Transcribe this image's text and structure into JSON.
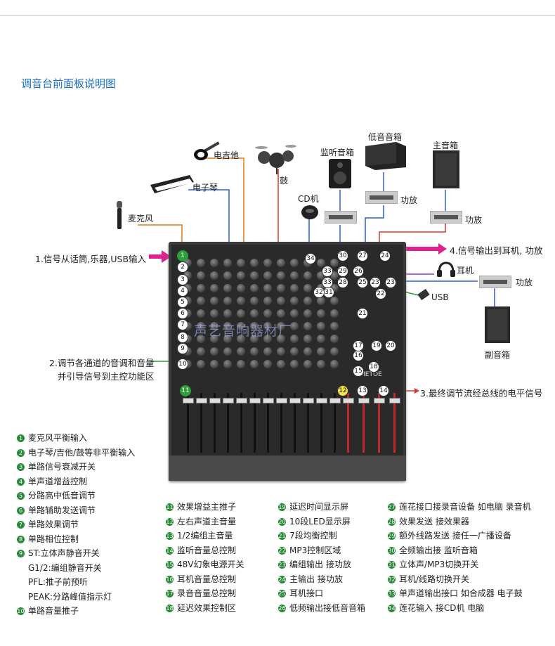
{
  "title": "调音台前面板说明图",
  "devices": {
    "guitar": "电吉他",
    "keyboard": "电子琴",
    "drum": "鼓",
    "mic": "麦克风",
    "cd": "CD机",
    "monitor_speaker": "监听音箱",
    "sub_speaker": "低音音箱",
    "main_speaker": "主音箱",
    "amp1": "功放",
    "amp2": "功放",
    "amp3": "功放",
    "headphone": "耳机",
    "usb": "USB",
    "aux_speaker": "副音箱"
  },
  "callouts": {
    "c1": "1.信号从话筒,乐器,USB输入",
    "c2a": "2.调节各通道的音调和音量",
    "c2b": "并引导信号到主控功能区",
    "c3": "3.最终调节流经总线的电平信号",
    "c4": "4.信号输出到耳机, 功放"
  },
  "watermark": "声艺音响器材厂",
  "brand": "METOE",
  "panel_numbers": [
    "1",
    "2",
    "3",
    "4",
    "5",
    "6",
    "7",
    "8",
    "9",
    "10",
    "11",
    "12",
    "13",
    "14",
    "15",
    "16",
    "17",
    "18",
    "19",
    "20",
    "21",
    "22",
    "23",
    "23",
    "24",
    "25",
    "26",
    "27",
    "28",
    "29",
    "30",
    "31",
    "32",
    "33",
    "33",
    "34"
  ],
  "legend_col1": [
    {
      "n": "1",
      "t": "麦克风平衡输入"
    },
    {
      "n": "2",
      "t": "电子琴/吉他/鼓等非平衡输入"
    },
    {
      "n": "3",
      "t": "单路信号衰减开关"
    },
    {
      "n": "4",
      "t": "单声道增益控制"
    },
    {
      "n": "5",
      "t": "分路高中低音调节"
    },
    {
      "n": "6",
      "t": "单路辅助发送调节"
    },
    {
      "n": "7",
      "t": "单路效果调节"
    },
    {
      "n": "8",
      "t": "单路相位控制"
    },
    {
      "n": "9",
      "t": "ST:立体声静音开关"
    },
    {
      "n": "",
      "t": "G1/2:编组静音开关"
    },
    {
      "n": "",
      "t": "PFL:推子前预听"
    },
    {
      "n": "",
      "t": "PEAK:分路峰值指示灯"
    },
    {
      "n": "10",
      "t": "单路音量推子"
    }
  ],
  "legend_col2": [
    {
      "n": "11",
      "t": "效果增益主推子"
    },
    {
      "n": "12",
      "t": "左右声道主音量"
    },
    {
      "n": "13",
      "t": "1/2编组主音量"
    },
    {
      "n": "14",
      "t": "监听音量总控制"
    },
    {
      "n": "15",
      "t": "48V幻象电源开关"
    },
    {
      "n": "16",
      "t": "耳机音量总控制"
    },
    {
      "n": "17",
      "t": "录音音量总控制"
    },
    {
      "n": "18",
      "t": "延迟效果控制区"
    }
  ],
  "legend_col3": [
    {
      "n": "19",
      "t": "延迟时间显示屏"
    },
    {
      "n": "20",
      "t": "10段LED显示屏"
    },
    {
      "n": "21",
      "t": "7段均衡控制"
    },
    {
      "n": "22",
      "t": "MP3控制区域"
    },
    {
      "n": "23",
      "t": "编组输出 接功放"
    },
    {
      "n": "24",
      "t": "主输出 接功放"
    },
    {
      "n": "25",
      "t": "耳机接口"
    },
    {
      "n": "26",
      "t": "低频输出接低音音箱"
    }
  ],
  "legend_col4": [
    {
      "n": "27",
      "t": "莲花接口接录音设备 如电脑 录音机"
    },
    {
      "n": "28",
      "t": "效果发送 接效果器"
    },
    {
      "n": "29",
      "t": "额外线路发送 接任一广播设备"
    },
    {
      "n": "30",
      "t": "全频输出接 监听音箱"
    },
    {
      "n": "31",
      "t": "立体声/MP3切换开关"
    },
    {
      "n": "32",
      "t": "耳机/线路切换开关"
    },
    {
      "n": "33",
      "t": "单声道输出接口 如合成器 电子鼓"
    },
    {
      "n": "34",
      "t": "莲花输入 接CD机 电脑"
    }
  ],
  "colors": {
    "title": "#1a6fc4",
    "green": "#2e9e3a",
    "magenta": "#e0208c",
    "red": "#e0352b",
    "blue": "#2f5fd0",
    "orange": "#e07a1a",
    "purple": "#8a3fc0"
  }
}
